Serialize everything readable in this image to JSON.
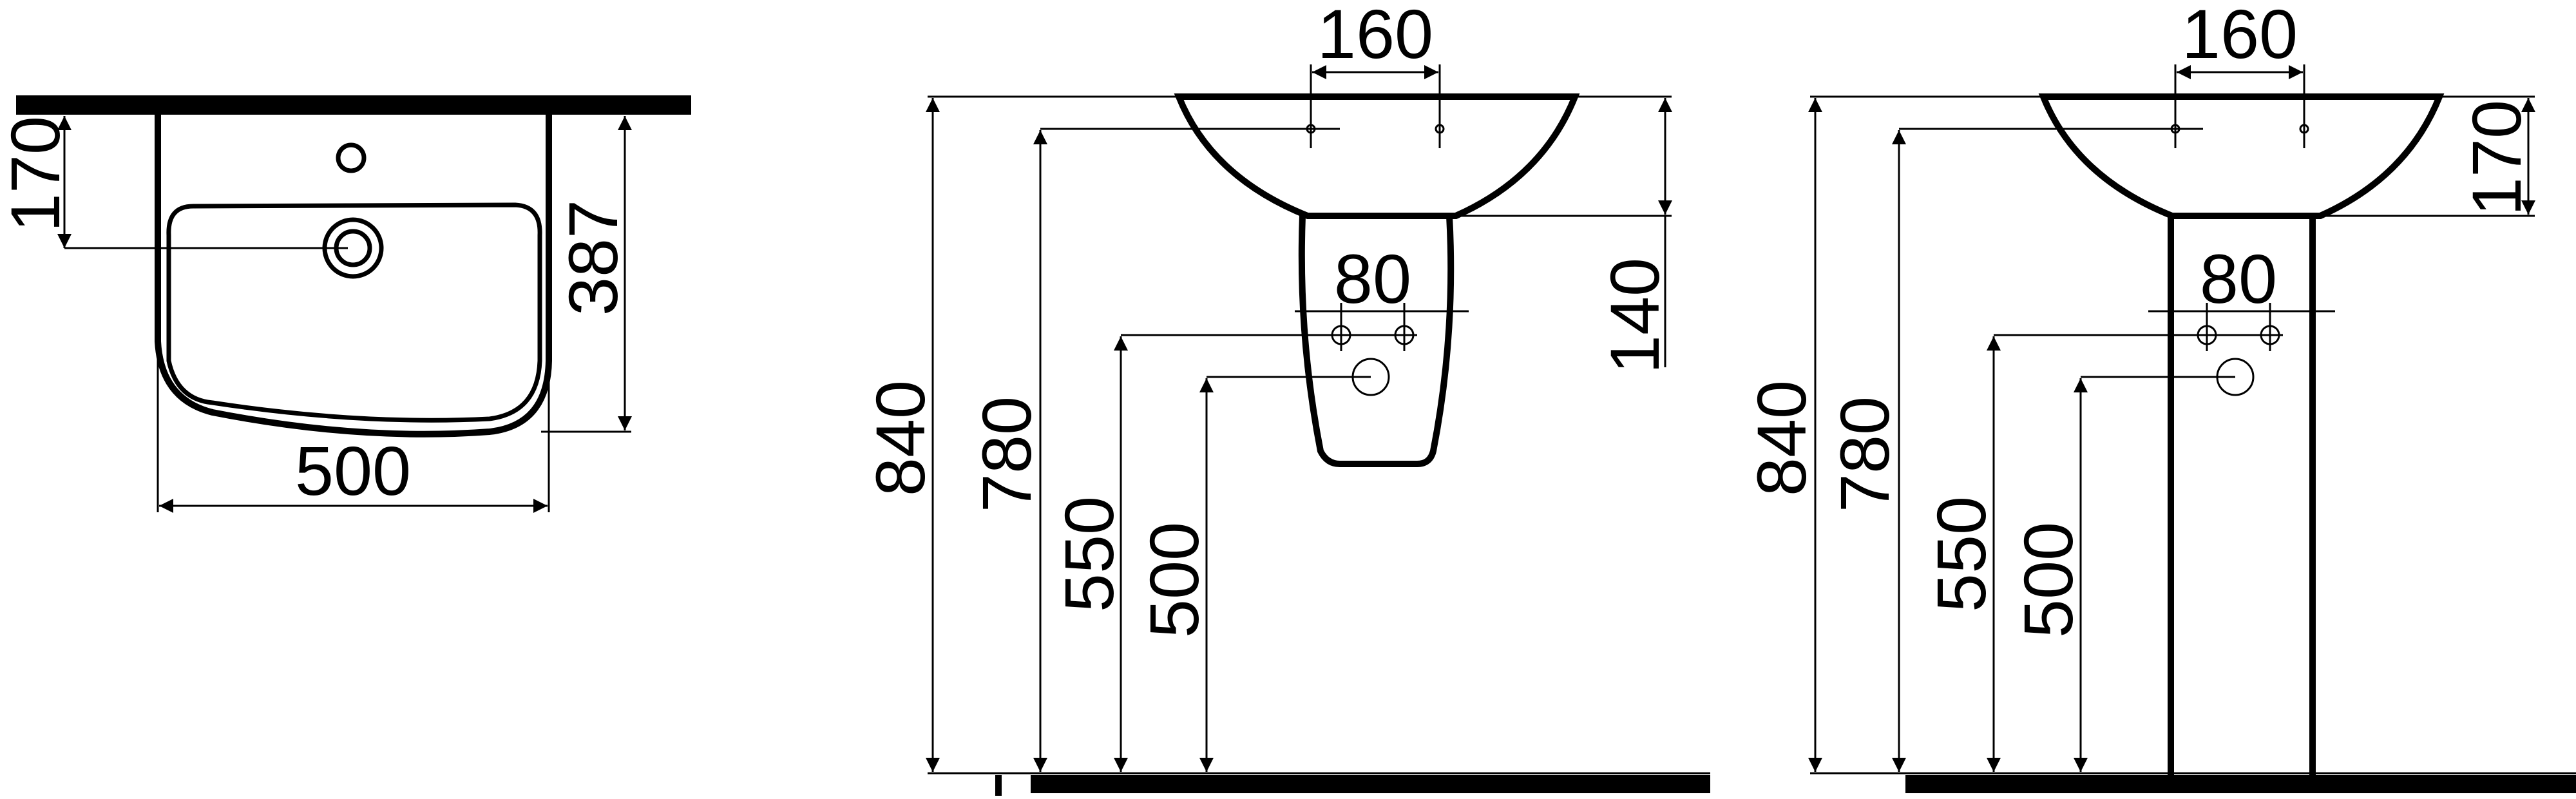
{
  "colors": {
    "line": "#000000",
    "background": "#ffffff"
  },
  "top_view": {
    "dim_tap_offset": "170",
    "dim_depth": "387",
    "dim_width": "500"
  },
  "half_pedestal_view": {
    "dim_tap_spacing": "160",
    "dim_waste_spacing": "80",
    "dim_total_height": "840",
    "dim_rim_height": "780",
    "dim_supply_height": "550",
    "dim_waste_height": "500",
    "dim_basin_depth": "140"
  },
  "full_pedestal_view": {
    "dim_tap_spacing": "160",
    "dim_waste_spacing": "80",
    "dim_total_height": "840",
    "dim_rim_height": "780",
    "dim_supply_height": "550",
    "dim_waste_height": "500",
    "dim_basin_depth": "170"
  }
}
